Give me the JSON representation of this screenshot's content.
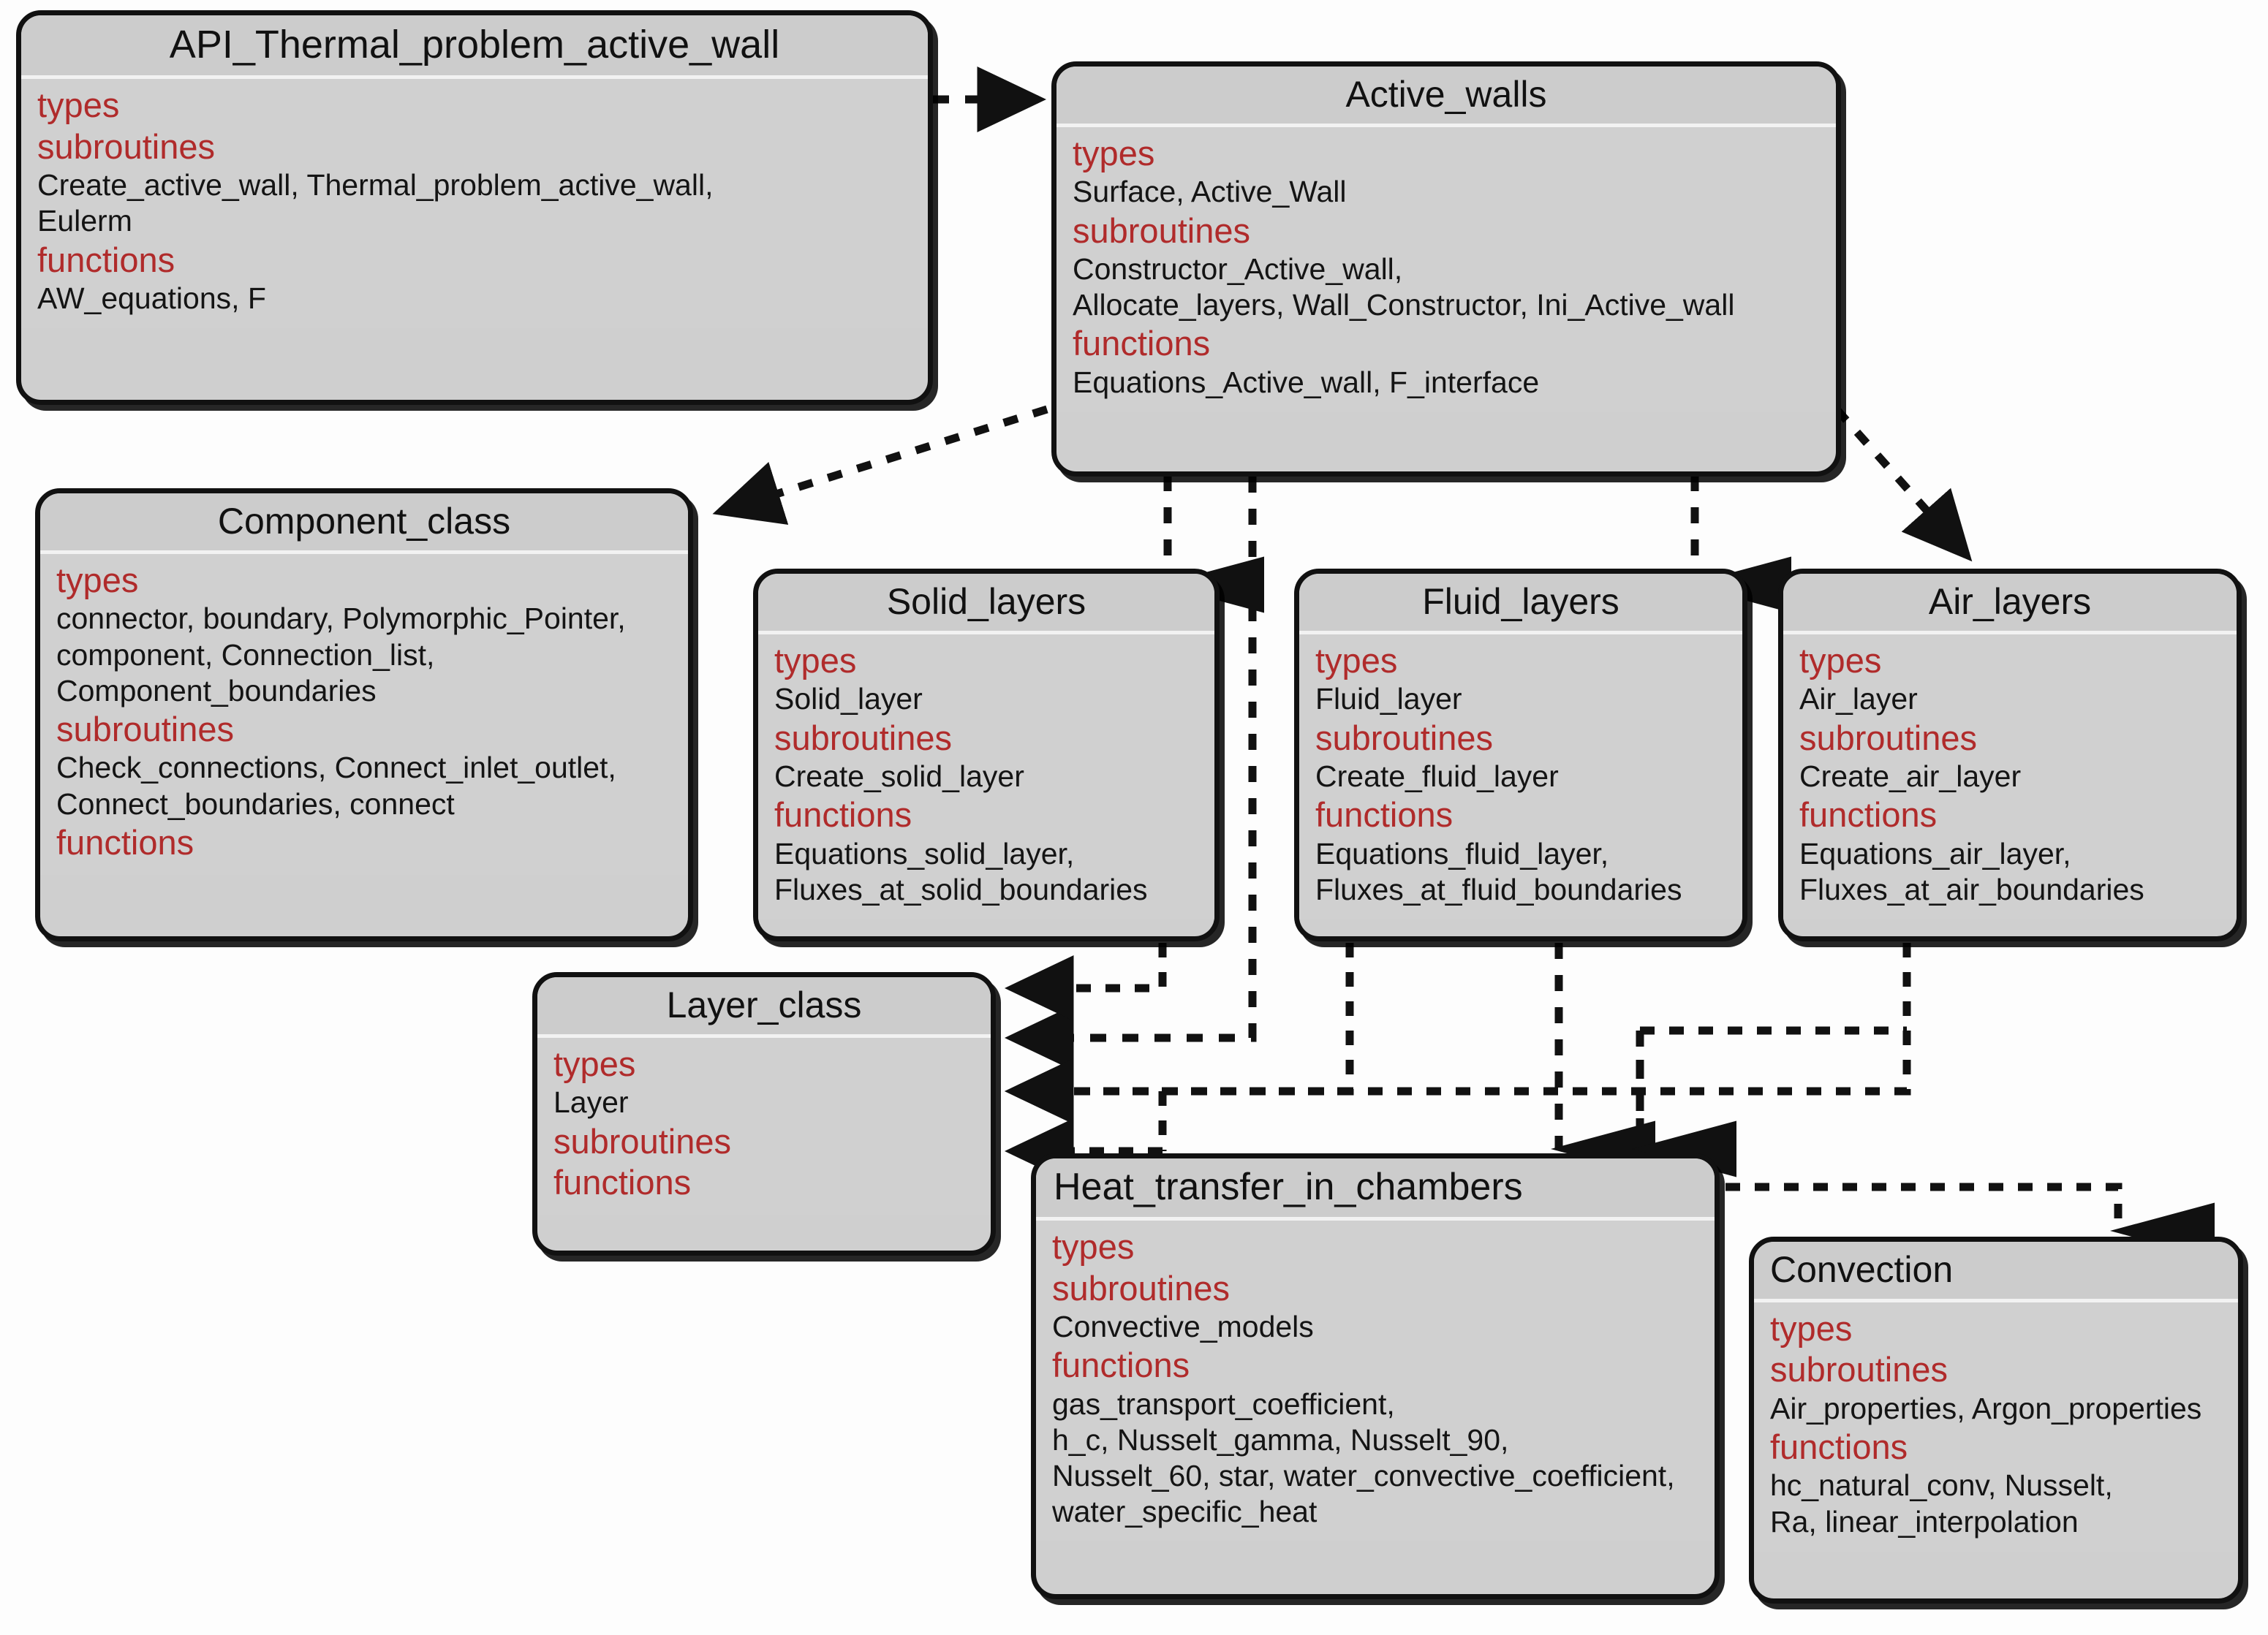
{
  "diagram": {
    "kind": "uml-module-dependency-diagram",
    "accent_header_color": "#b02b2b",
    "box_fill_color": "#cfcfcf",
    "box_border_color": "#111111",
    "text_color": "#141414",
    "connector_style": "dashed-arrow"
  },
  "boxes": {
    "api": {
      "title": "API_Thermal_problem_active_wall",
      "sections": [
        {
          "head": "types",
          "items": []
        },
        {
          "head": "subroutines",
          "items": [
            "Create_active_wall, Thermal_problem_active_wall,",
            "Eulerm"
          ]
        },
        {
          "head": "functions",
          "items": [
            "AW_equations, F"
          ]
        }
      ]
    },
    "active_walls": {
      "title": "Active_walls",
      "sections": [
        {
          "head": "types",
          "items": [
            "Surface, Active_Wall"
          ]
        },
        {
          "head": "subroutines",
          "items": [
            "Constructor_Active_wall,",
            "Allocate_layers, Wall_Constructor, Ini_Active_wall"
          ]
        },
        {
          "head": "functions",
          "items": [
            "Equations_Active_wall, F_interface"
          ]
        }
      ]
    },
    "component_class": {
      "title": "Component_class",
      "sections": [
        {
          "head": "types",
          "items": [
            "connector, boundary, Polymorphic_Pointer,",
            "component, Connection_list,",
            "Component_boundaries"
          ]
        },
        {
          "head": "subroutines",
          "items": [
            "Check_connections, Connect_inlet_outlet,",
            "Connect_boundaries, connect"
          ]
        },
        {
          "head": "functions",
          "items": []
        }
      ]
    },
    "solid_layers": {
      "title": "Solid_layers",
      "sections": [
        {
          "head": "types",
          "items": [
            "Solid_layer"
          ]
        },
        {
          "head": "subroutines",
          "items": [
            "Create_solid_layer"
          ]
        },
        {
          "head": "functions",
          "items": [
            "Equations_solid_layer,",
            "Fluxes_at_solid_boundaries"
          ]
        }
      ]
    },
    "fluid_layers": {
      "title": "Fluid_layers",
      "sections": [
        {
          "head": "types",
          "items": [
            "Fluid_layer"
          ]
        },
        {
          "head": "subroutines",
          "items": [
            "Create_fluid_layer"
          ]
        },
        {
          "head": "functions",
          "items": [
            "Equations_fluid_layer,",
            "Fluxes_at_fluid_boundaries"
          ]
        }
      ]
    },
    "air_layers": {
      "title": "Air_layers",
      "sections": [
        {
          "head": "types",
          "items": [
            "Air_layer"
          ]
        },
        {
          "head": "subroutines",
          "items": [
            "Create_air_layer"
          ]
        },
        {
          "head": "functions",
          "items": [
            "Equations_air_layer,",
            "Fluxes_at_air_boundaries"
          ]
        }
      ]
    },
    "layer_class": {
      "title": "Layer_class",
      "sections": [
        {
          "head": "types",
          "items": [
            "Layer"
          ]
        },
        {
          "head": "subroutines",
          "items": []
        },
        {
          "head": "functions",
          "items": []
        }
      ]
    },
    "heat_transfer": {
      "title": "Heat_transfer_in_chambers",
      "sections": [
        {
          "head": "types",
          "items": []
        },
        {
          "head": "subroutines",
          "items": [
            "Convective_models"
          ]
        },
        {
          "head": "functions",
          "items": [
            "gas_transport_coefficient,",
            "h_c, Nusselt_gamma, Nusselt_90,",
            "Nusselt_60, star, water_convective_coefficient,",
            "water_specific_heat"
          ]
        }
      ]
    },
    "convection": {
      "title": "Convection",
      "sections": [
        {
          "head": "types",
          "items": []
        },
        {
          "head": "subroutines",
          "items": [
            "Air_properties, Argon_properties"
          ]
        },
        {
          "head": "functions",
          "items": [
            "hc_natural_conv, Nusselt,",
            "Ra, linear_interpolation"
          ]
        }
      ]
    }
  },
  "connections": [
    {
      "from": "api",
      "to": "active_walls"
    },
    {
      "from": "active_walls",
      "to": "component_class"
    },
    {
      "from": "active_walls",
      "to": "solid_layers"
    },
    {
      "from": "active_walls",
      "to": "fluid_layers"
    },
    {
      "from": "active_walls",
      "to": "air_layers"
    },
    {
      "from": "active_walls",
      "to": "layer_class"
    },
    {
      "from": "solid_layers",
      "to": "layer_class"
    },
    {
      "from": "fluid_layers",
      "to": "layer_class"
    },
    {
      "from": "air_layers",
      "to": "layer_class"
    },
    {
      "from": "fluid_layers",
      "to": "heat_transfer"
    },
    {
      "from": "air_layers",
      "to": "heat_transfer"
    },
    {
      "from": "heat_transfer",
      "to": "convection"
    }
  ]
}
